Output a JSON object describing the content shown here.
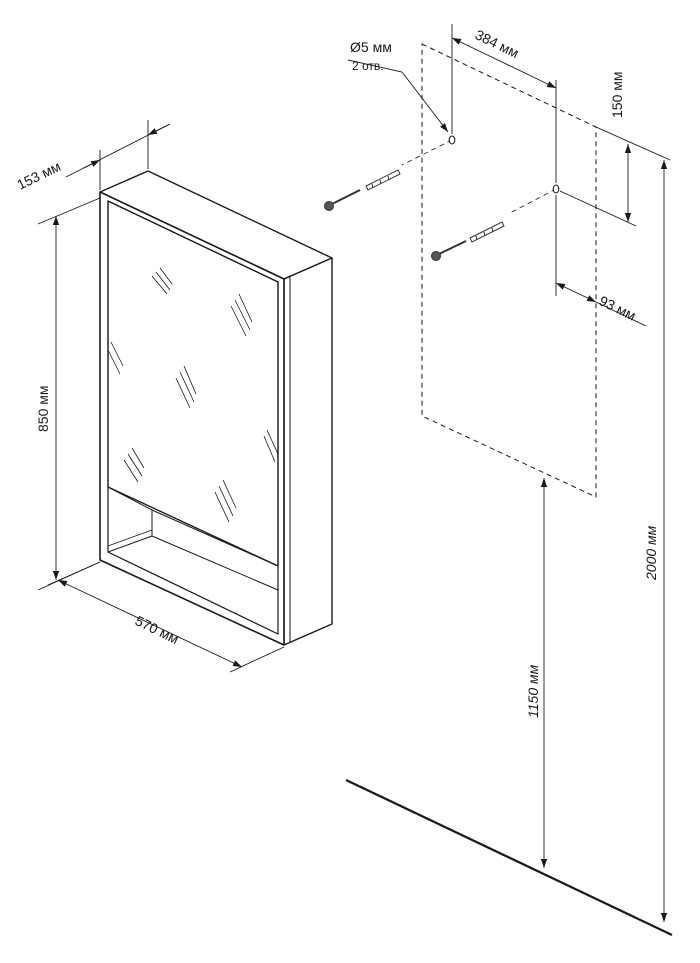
{
  "diagram": {
    "type": "mirror-cabinet-installation",
    "labels": {
      "depth": "153 мм",
      "height": "850 мм",
      "width": "570 мм",
      "hole_diameter": "Ø5 мм",
      "hole_count": "2 отв.",
      "hole_spacing": "384 мм",
      "hole_from_top": "150 мм",
      "hole_from_side": "93 мм",
      "cabinet_bottom_height": "1150 мм",
      "total_height": "2000 мм"
    },
    "colors": {
      "line": "#1a1a1a",
      "screw": "#555555"
    }
  }
}
